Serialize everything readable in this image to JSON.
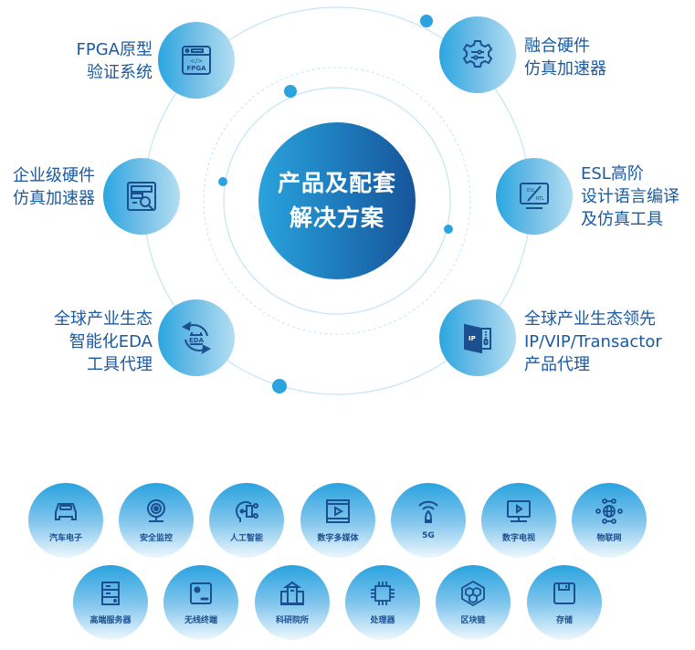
{
  "center": {
    "title_line1": "产品及配套",
    "title_line2": "解决方案"
  },
  "solutions": [
    {
      "id": "fpga",
      "lines": [
        "FPGA原型",
        "验证系统"
      ],
      "icon": "fpga-window-icon",
      "side": "left"
    },
    {
      "id": "hw-accel",
      "lines": [
        "融合硬件",
        "仿真加速器"
      ],
      "icon": "gear-settings-icon",
      "side": "right"
    },
    {
      "id": "enterprise-accel",
      "lines": [
        "企业级硬件",
        "仿真加速器"
      ],
      "icon": "search-document-icon",
      "side": "left"
    },
    {
      "id": "esl",
      "lines": [
        "ESL高阶",
        "设计语言编译",
        "及仿真工具"
      ],
      "icon": "esl-rtl-monitor-icon",
      "side": "right"
    },
    {
      "id": "eda",
      "lines": [
        "全球产业生态",
        "智能化EDA",
        "工具代理"
      ],
      "icon": "eda-cycle-icon",
      "side": "left"
    },
    {
      "id": "ip",
      "lines": [
        "全球产业生态领先",
        "IP/VIP/Transactor",
        "产品代理"
      ],
      "icon": "ip-door-icon",
      "side": "right"
    }
  ],
  "industries_row1": [
    {
      "label": "汽车电子",
      "icon": "car-icon"
    },
    {
      "label": "安全监控",
      "icon": "webcam-icon"
    },
    {
      "label": "人工智能",
      "icon": "ai-head-icon"
    },
    {
      "label": "数字多媒体",
      "icon": "media-play-icon"
    },
    {
      "label": "5G",
      "icon": "antenna-signal-icon"
    },
    {
      "label": "数字电视",
      "icon": "tv-icon"
    },
    {
      "label": "物联网",
      "icon": "iot-globe-icon"
    }
  ],
  "industries_row2": [
    {
      "label": "高端服务器",
      "icon": "server-icon"
    },
    {
      "label": "无线终端",
      "icon": "wireless-terminal-icon"
    },
    {
      "label": "科研院所",
      "icon": "institute-building-icon"
    },
    {
      "label": "处理器",
      "icon": "cpu-chip-icon"
    },
    {
      "label": "区块链",
      "icon": "blockchain-cubes-icon"
    },
    {
      "label": "存储",
      "icon": "floppy-storage-icon"
    }
  ],
  "colors": {
    "text_primary": "#1b5aa0",
    "accent": "#2aa3df",
    "center_dark": "#17549a",
    "orbit_line": "#bfe3f4"
  }
}
